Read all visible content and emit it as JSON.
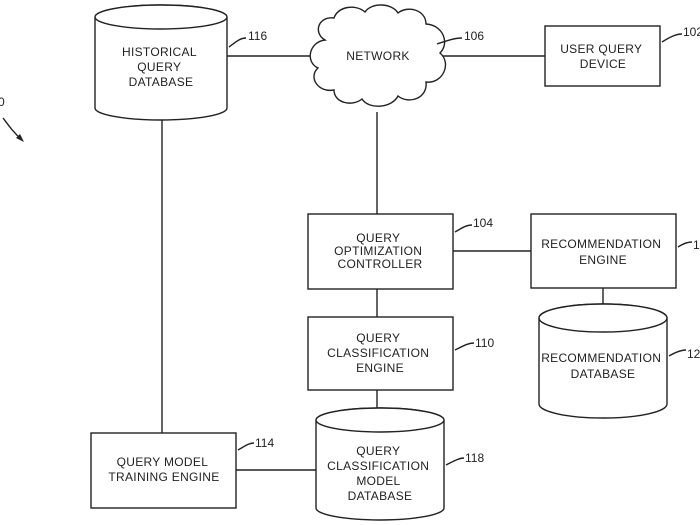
{
  "nodes": {
    "historical_db": {
      "lines": [
        "HISTORICAL",
        "QUERY",
        "DATABASE"
      ],
      "ref": "116"
    },
    "network": {
      "lines": [
        "NETWORK"
      ],
      "ref": "106"
    },
    "user_query_device": {
      "lines": [
        "USER QUERY",
        "DEVICE"
      ],
      "ref": "102"
    },
    "query_optimization_controller": {
      "lines": [
        "QUERY",
        "OPTIMIZATION",
        "CONTROLLER"
      ],
      "ref": "104"
    },
    "recommendation_engine": {
      "lines": [
        "RECOMMENDATION",
        "ENGINE"
      ],
      "ref": "1"
    },
    "query_classification_engine": {
      "lines": [
        "QUERY",
        "CLASSIFICATION",
        "ENGINE"
      ],
      "ref": "110"
    },
    "recommendation_db": {
      "lines": [
        "RECOMMENDATION",
        "DATABASE"
      ],
      "ref": "12"
    },
    "query_model_training_engine": {
      "lines": [
        "QUERY MODEL",
        "TRAINING ENGINE"
      ],
      "ref": "114"
    },
    "query_classification_model_db": {
      "lines": [
        "QUERY",
        "CLASSIFICATION",
        "MODEL",
        "DATABASE"
      ],
      "ref": "118"
    }
  },
  "system_ref": "0"
}
